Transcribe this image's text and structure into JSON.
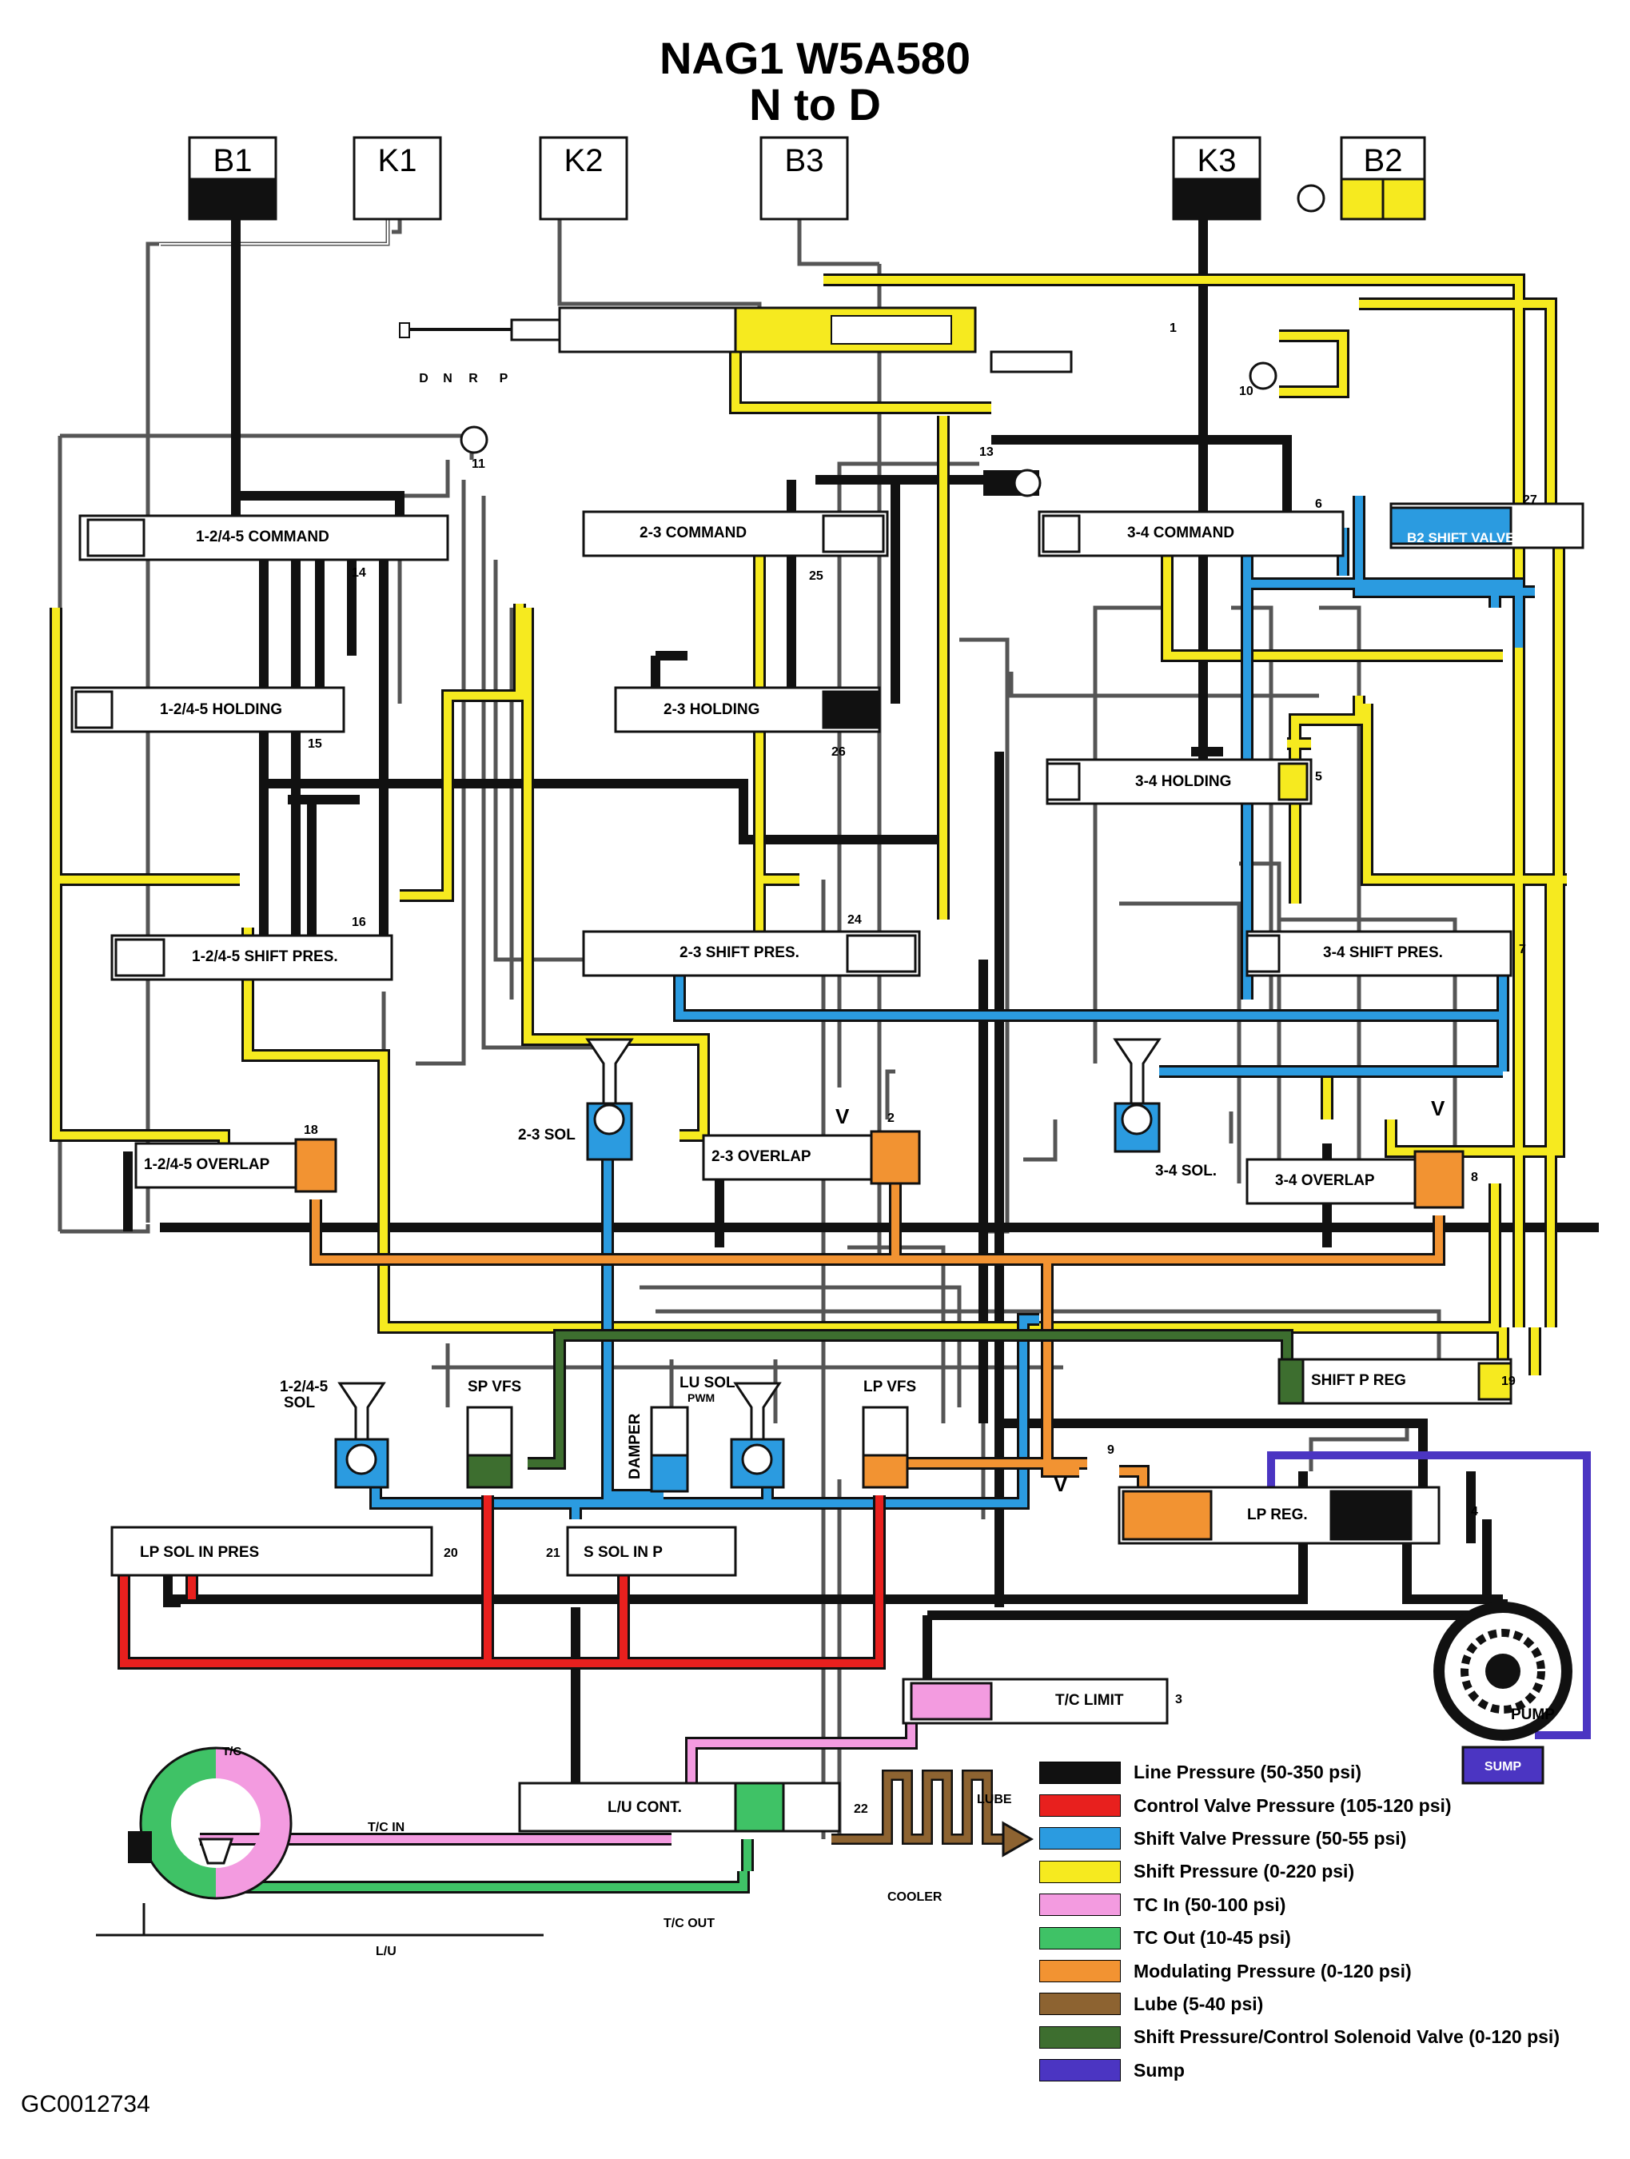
{
  "title": {
    "line1": "NAG1 W5A580",
    "line2": "N to D"
  },
  "footer_code": "GC0012734",
  "clutches": [
    {
      "label": "B1",
      "state": "line"
    },
    {
      "label": "K1",
      "state": "empty"
    },
    {
      "label": "K2",
      "state": "empty"
    },
    {
      "label": "B3",
      "state": "empty"
    },
    {
      "label": "K3",
      "state": "line"
    },
    {
      "label": "B2",
      "state": "shift"
    }
  ],
  "selector_positions": [
    "D",
    "N",
    "R",
    "P"
  ],
  "valves": {
    "command_1245": "1-2/4-5 COMMAND",
    "command_23": "2-3 COMMAND",
    "command_34": "3-4 COMMAND",
    "b2_shift": "B2 SHIFT VALVE",
    "holding_1245": "1-2/4-5 HOLDING",
    "holding_23": "2-3 HOLDING",
    "holding_34": "3-4 HOLDING",
    "shiftpres_1245": "1-2/4-5 SHIFT PRES.",
    "shiftpres_23": "2-3 SHIFT PRES.",
    "shiftpres_34": "3-4 SHIFT PRES.",
    "overlap_1245": "1-2/4-5 OVERLAP",
    "overlap_23": "2-3 OVERLAP",
    "overlap_34": "3-4 OVERLAP",
    "shift_p_reg": "SHIFT P REG",
    "lp_reg": "LP REG.",
    "lp_sol_in_pres": "LP SOL IN PRES",
    "s_sol_in_p": "S SOL IN P",
    "tc_limit": "T/C LIMIT",
    "lu_cont": "L/U CONT."
  },
  "solenoids": {
    "sol_23": "2-3 SOL",
    "sol_34": "3-4 SOL.",
    "sol_1245_a": "1-2/4-5",
    "sol_1245_b": "SOL",
    "sp_vfs": "SP VFS",
    "lu_sol_a": "LU SOL",
    "lu_sol_b": "PWM",
    "lp_vfs": "LP VFS",
    "damper": "DAMPER"
  },
  "components": {
    "pump": "PUMP",
    "sump": "SUMP",
    "cooler": "COOLER",
    "lube": "LUBE",
    "tc": "T/C",
    "tc_in": "T/C IN",
    "tc_out": "T/C OUT",
    "lu": "L/U"
  },
  "marker_v": "V",
  "part_numbers": [
    "1",
    "2",
    "3",
    "4",
    "5",
    "6",
    "7",
    "8",
    "9",
    "10",
    "11",
    "13",
    "14",
    "15",
    "16",
    "18",
    "19",
    "20",
    "21",
    "22",
    "24",
    "25",
    "26",
    "27"
  ],
  "legend": [
    {
      "label": "Line Pressure (50-350 psi)",
      "color": "#111111"
    },
    {
      "label": "Control Valve Pressure (105-120 psi)",
      "color": "#e8201e"
    },
    {
      "label": "Shift Valve Pressure (50-55 psi)",
      "color": "#2b9be0"
    },
    {
      "label": "Shift Pressure (0-220 psi)",
      "color": "#f6ea1f"
    },
    {
      "label": "TC In (50-100 psi)",
      "color": "#f39be0"
    },
    {
      "label": "TC Out (10-45 psi)",
      "color": "#3fc266"
    },
    {
      "label": "Modulating Pressure (0-120 psi)",
      "color": "#f29332"
    },
    {
      "label": "Lube (5-40 psi)",
      "color": "#8d6331"
    },
    {
      "label": "Shift Pressure/Control Solenoid Valve (0-120 psi)",
      "color": "#3d6e2f"
    },
    {
      "label": "Sump",
      "color": "#4b35c2"
    }
  ]
}
